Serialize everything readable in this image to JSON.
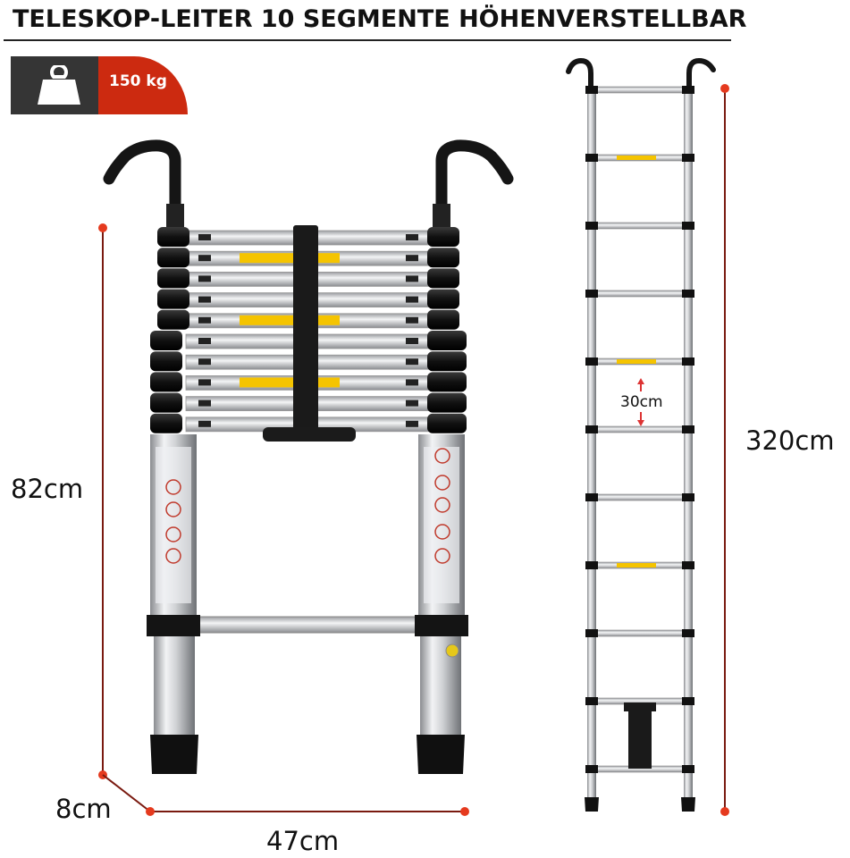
{
  "title": "TELESKOP-LEITER 10 SEGMENTE HÖHENVERSTELLBAR",
  "badge": {
    "load": "150 kg",
    "icon": "weight-icon"
  },
  "dimensions": {
    "height_folded": "82cm",
    "depth": "8cm",
    "width": "47cm",
    "height_extended": "320cm",
    "rung_spacing": "30cm"
  },
  "colors": {
    "accent_red": "#cc2a10",
    "badge_dark": "#353535",
    "marker": "#e53a1e"
  }
}
